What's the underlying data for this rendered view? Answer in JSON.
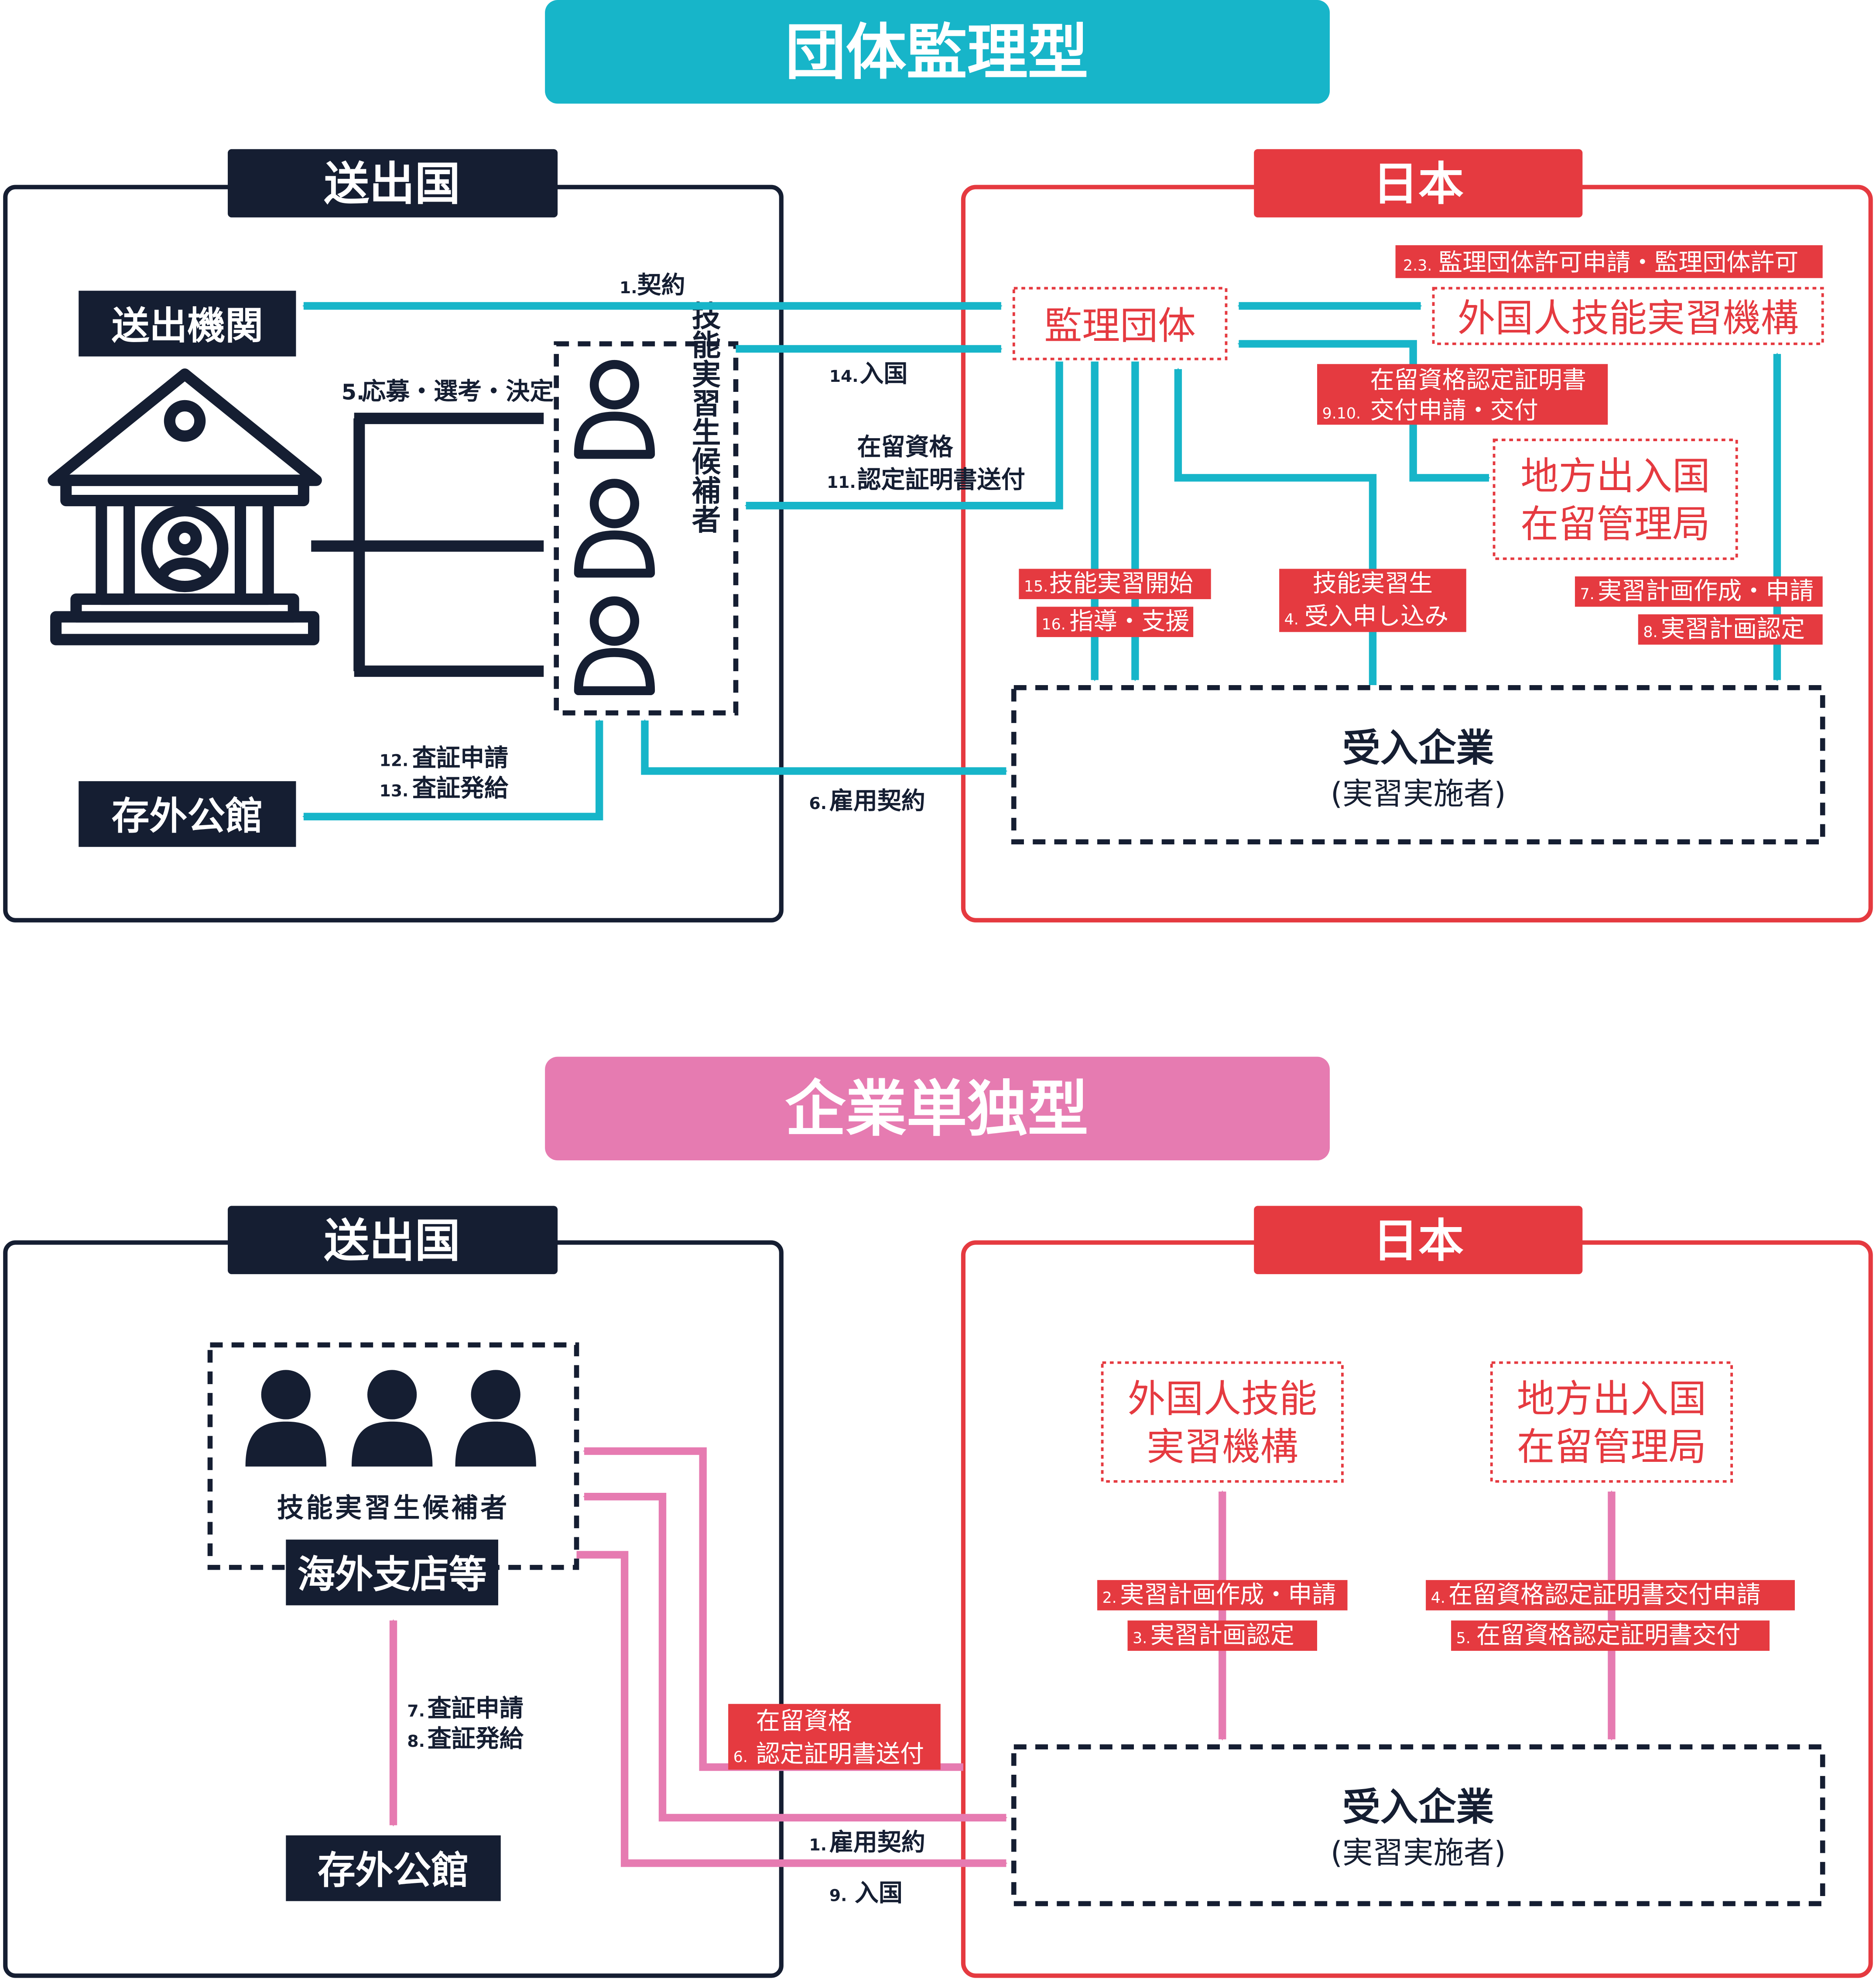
{
  "colors": {
    "navy": "#151e32",
    "red": "#e53a40",
    "teal": "#17b5c9",
    "pink": "#e67bb1",
    "white": "#ffffff"
  },
  "icons": {
    "building": "institution-building-icon",
    "person": "person-icon"
  },
  "top": {
    "title": "団体監理型",
    "sending_country": "送出国",
    "japan": "日本",
    "sending_org": "送出機関",
    "consulate": "存外公館",
    "candidates_vertical": "技能実習生候補者",
    "supervising_org": "監理団体",
    "otit": "外国人技能実習機構",
    "immigration_line1": "地方出入国",
    "immigration_line2": "在留管理局",
    "company": "受入企業",
    "company_sub": "(実習実施者)",
    "labels": {
      "contract": "契約",
      "contract_num": "1.",
      "entry": "入国",
      "entry_num": "14.",
      "recruit": "応募・選考・決定",
      "recruit_num": "5.",
      "cert_send_1": "在留資格",
      "cert_send_2": "認定証明書送付",
      "cert_send_num": "11.",
      "visa_apply": "査証申請",
      "visa_apply_num": "12.",
      "visa_issue": "査証発給",
      "visa_issue_num": "13.",
      "employment": "雇用契約",
      "employment_num": "6.",
      "permit": "監理団体許可申請・監理団体許可",
      "permit_num": "2.3.",
      "coe_1": "在留資格認定証明書",
      "coe_2": "交付申請・交付",
      "coe_num": "9.10.",
      "start": "技能実習開始",
      "start_num": "15.",
      "guidance": "指導・支援",
      "guidance_num": "16.",
      "accept_1": "技能実習生",
      "accept_2": "受入申し込み",
      "accept_num": "4.",
      "plan": "実習計画作成・申請",
      "plan_num": "7.",
      "plan_cert": "実習計画認定",
      "plan_cert_num": "8."
    }
  },
  "bottom": {
    "title": "企業単独型",
    "sending_country": "送出国",
    "japan": "日本",
    "candidates": "技能実習生候補者",
    "branch": "海外支店等",
    "consulate": "存外公館",
    "otit_line1": "外国人技能",
    "otit_line2": "実習機構",
    "immigration_line1": "地方出入国",
    "immigration_line2": "在留管理局",
    "company": "受入企業",
    "company_sub": "(実習実施者)",
    "labels": {
      "visa_apply": "査証申請",
      "visa_apply_num": "7.",
      "visa_issue": "査証発給",
      "visa_issue_num": "8.",
      "cert_send_1": "在留資格",
      "cert_send_2": "認定証明書送付",
      "cert_send_num": "6.",
      "employment": "雇用契約",
      "employment_num": "1.",
      "entry": "入国",
      "entry_num": "9.",
      "plan": "実習計画作成・申請",
      "plan_num": "2.",
      "plan_cert": "実習計画認定",
      "plan_cert_num": "3.",
      "coe_apply": "在留資格認定証明書交付申請",
      "coe_apply_num": "4.",
      "coe_issue": "在留資格認定証明書交付",
      "coe_issue_num": "5."
    }
  }
}
